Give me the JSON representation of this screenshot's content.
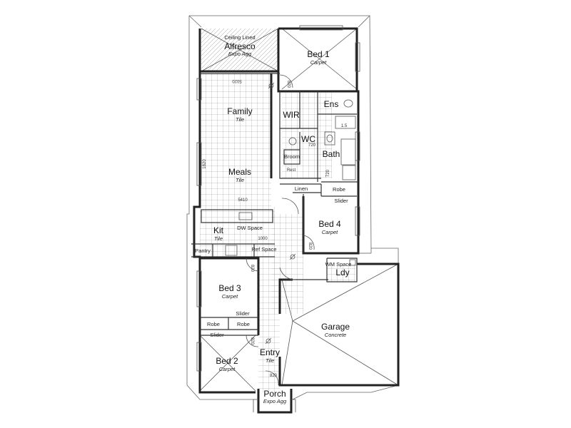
{
  "rooms": {
    "alfresco": {
      "note": "Ceiling Lined",
      "name": "Alfresco",
      "surface": "Expo Agg"
    },
    "bed1": {
      "name": "Bed 1",
      "surface": "Carpet"
    },
    "family": {
      "name": "Family",
      "surface": "Tile"
    },
    "meals": {
      "name": "Meals",
      "surface": "Tile"
    },
    "wir": {
      "name": "WIR"
    },
    "ens": {
      "name": "Ens"
    },
    "wc": {
      "name": "WC"
    },
    "bath": {
      "name": "Bath"
    },
    "broom": {
      "name": "Broom"
    },
    "linen": {
      "name": "Linen"
    },
    "robe_bed4": {
      "name": "Robe"
    },
    "bed4": {
      "name": "Bed 4",
      "surface": "Carpet",
      "slider": "Slider"
    },
    "kit": {
      "name": "Kit",
      "surface": "Tile"
    },
    "dw": {
      "label": "DW Space"
    },
    "pantry": {
      "name": "Pantry"
    },
    "ref": {
      "label": "Ref Space"
    },
    "wm": {
      "label": "WM Space"
    },
    "ldy": {
      "name": "Ldy"
    },
    "bed3": {
      "name": "Bed 3",
      "surface": "Carpet",
      "slider": "Slider"
    },
    "robe_a": {
      "name": "Robe"
    },
    "robe_b": {
      "name": "Robe"
    },
    "garage": {
      "name": "Garage",
      "surface": "Concrete"
    },
    "bed2": {
      "name": "Bed 2",
      "surface": "Carpet",
      "slider": "Slider"
    },
    "entry": {
      "name": "Entry",
      "surface": "Tile"
    },
    "porch": {
      "name": "Porch",
      "surface": "Expo Agg"
    }
  },
  "dimensions": {
    "door_820_a": "820",
    "door_820_b": "820",
    "door_820_c": "820",
    "door_820_d": "820",
    "door_820_e": "820",
    "door_720_a": "720",
    "door_720_b": "720",
    "door_1_5": "1.5",
    "family_width": "5020",
    "meals_width": "5410",
    "meals_depth": "1820",
    "bench_1000": "1000",
    "rest": "Rest"
  }
}
